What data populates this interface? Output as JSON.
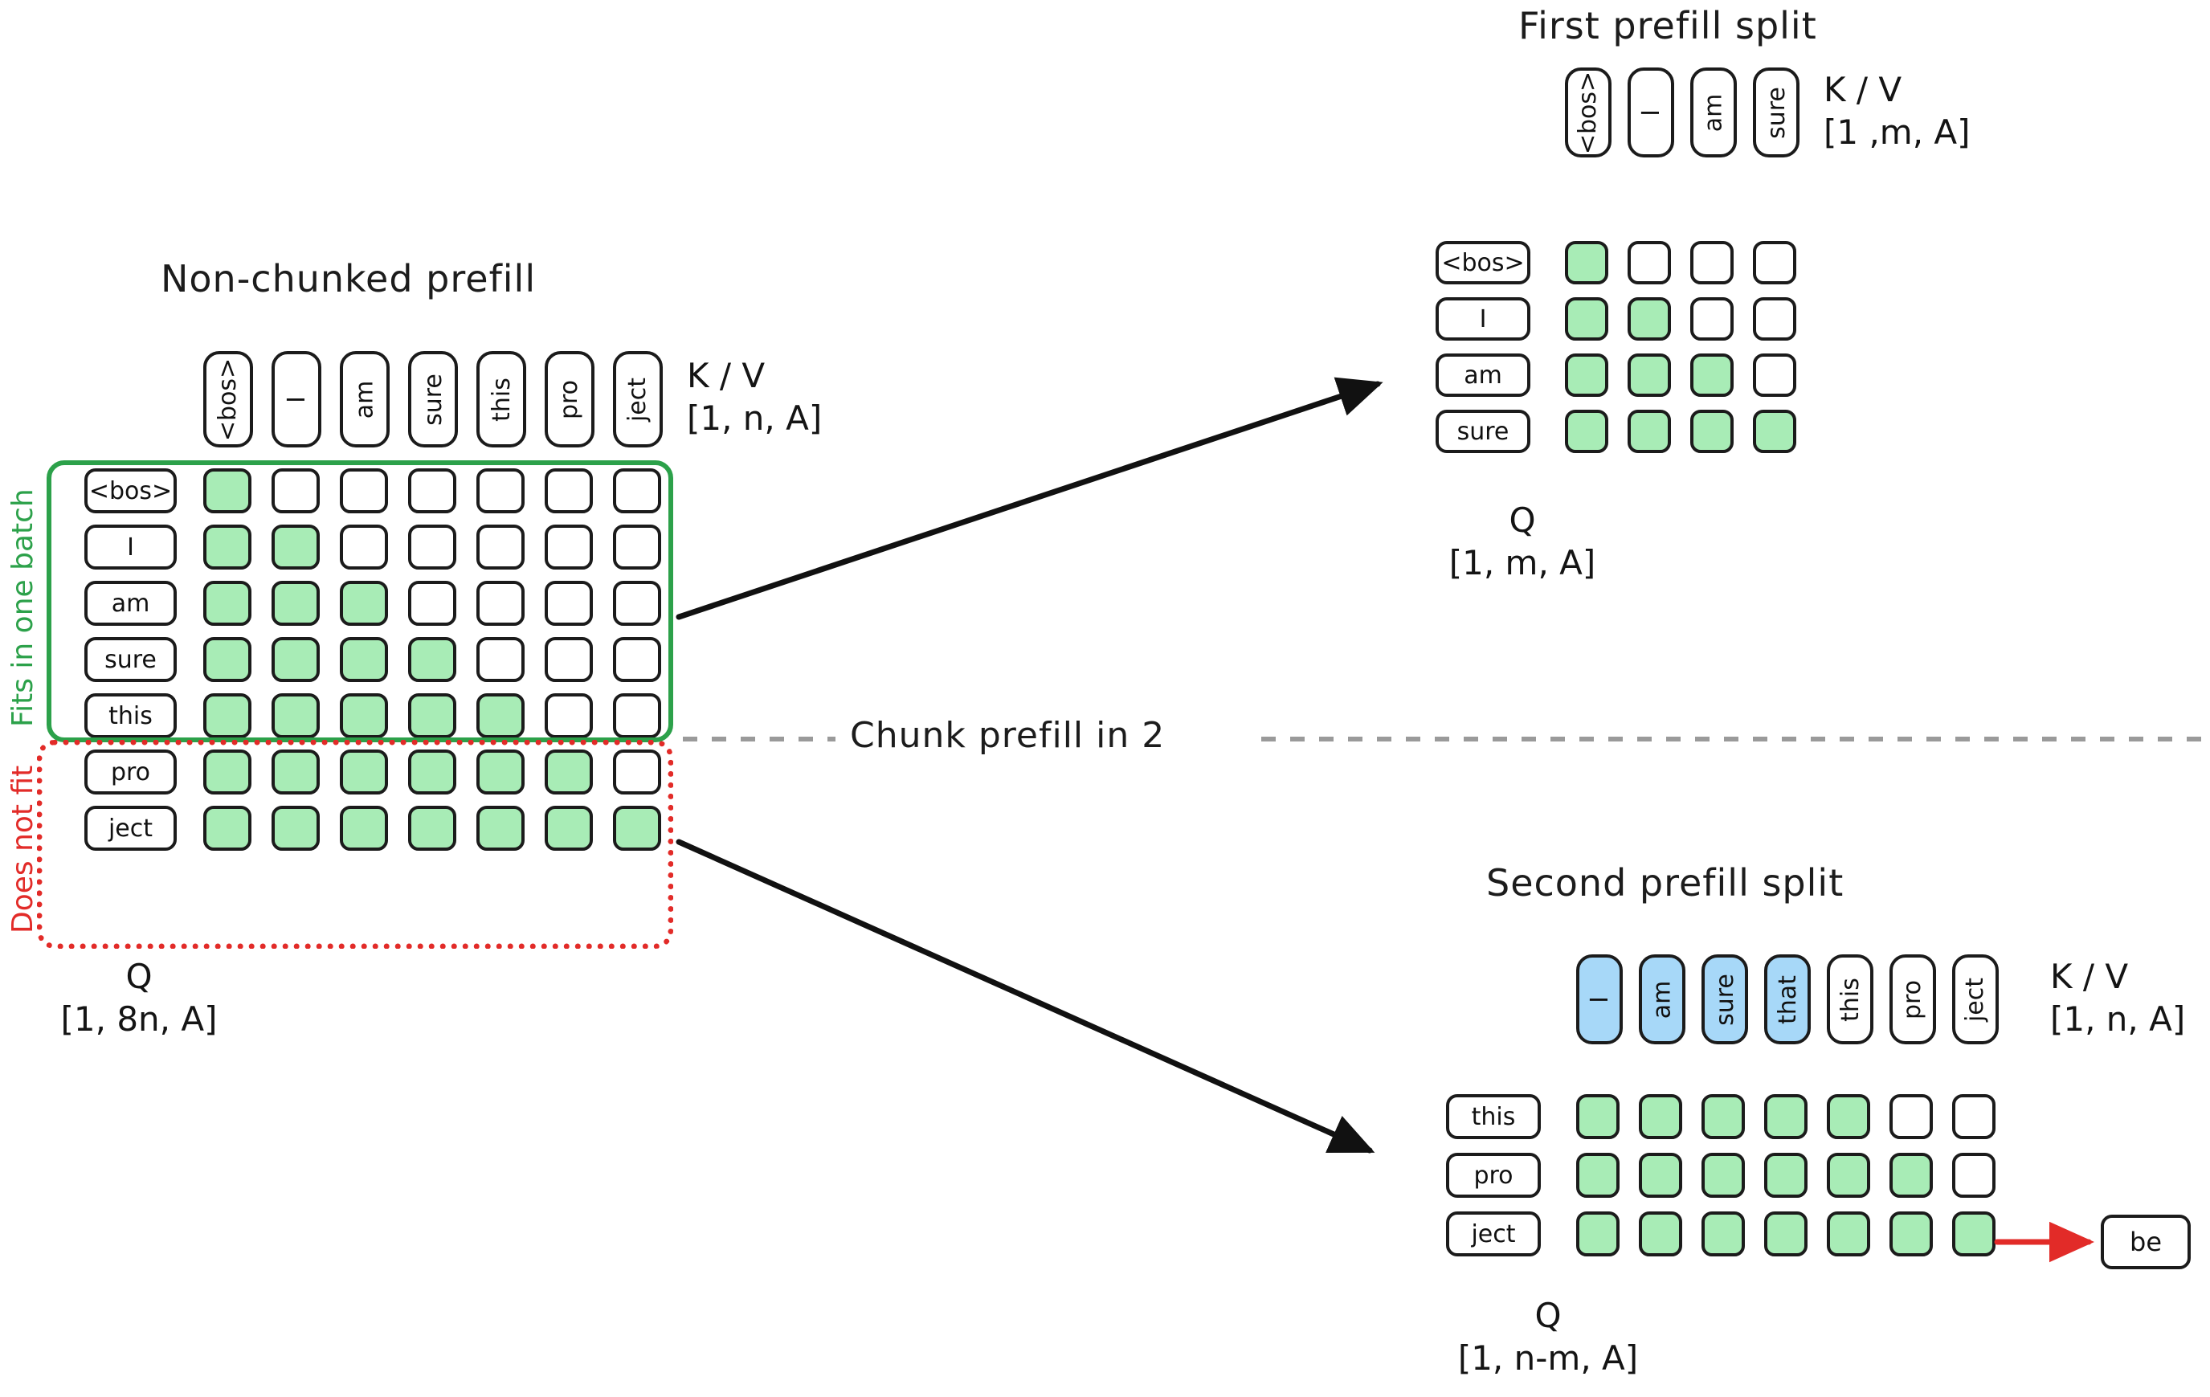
{
  "meta": {
    "colors": {
      "green_fill": "#a8ecb6",
      "blue_fill": "#a7d8f8",
      "green_accent": "#2ca14a",
      "red_accent": "#e22b28",
      "ink": "#1b1b1b",
      "dashed_grey": "#9a9a9a"
    }
  },
  "main_panel": {
    "title": "Non-chunked prefill",
    "kv_label_line1": "K / V",
    "kv_label_line2": "[1, n, A]",
    "q_label_line1": "Q",
    "q_label_line2": "[1, 8n, A]",
    "columns": [
      "<bos>",
      "I",
      "am",
      "sure",
      "this",
      "pro",
      "ject"
    ],
    "rows": [
      "<bos>",
      "I",
      "am",
      "sure",
      "this",
      "pro",
      "ject"
    ],
    "group_labels": {
      "fits": "Fits in one batch",
      "does_not_fit": "Does not fit"
    },
    "mask": [
      [
        1,
        0,
        0,
        0,
        0,
        0,
        0
      ],
      [
        1,
        1,
        0,
        0,
        0,
        0,
        0
      ],
      [
        1,
        1,
        1,
        0,
        0,
        0,
        0
      ],
      [
        1,
        1,
        1,
        1,
        0,
        0,
        0
      ],
      [
        1,
        1,
        1,
        1,
        1,
        0,
        0
      ],
      [
        1,
        1,
        1,
        1,
        1,
        1,
        0
      ],
      [
        1,
        1,
        1,
        1,
        1,
        1,
        1
      ]
    ]
  },
  "divider": {
    "label": "Chunk prefill in 2"
  },
  "first_split": {
    "title": "First prefill split",
    "kv_label_line1": "K / V",
    "kv_label_line2": "[1 ,m, A]",
    "q_label_line1": "Q",
    "q_label_line2": "[1, m, A]",
    "columns": [
      "<bos>",
      "I",
      "am",
      "sure"
    ],
    "rows": [
      "<bos>",
      "I",
      "am",
      "sure"
    ],
    "mask": [
      [
        1,
        0,
        0,
        0
      ],
      [
        1,
        1,
        0,
        0
      ],
      [
        1,
        1,
        1,
        0
      ],
      [
        1,
        1,
        1,
        1
      ]
    ]
  },
  "second_split": {
    "title": "Second prefill split",
    "kv_label_line1": "K / V",
    "kv_label_line2": "[1, n, A]",
    "q_label_line1": "Q",
    "q_label_line2": "[1, n-m, A]",
    "columns": [
      "I",
      "am",
      "sure",
      "that",
      "this",
      "pro",
      "ject"
    ],
    "column_cached": [
      true,
      true,
      true,
      true,
      false,
      false,
      false
    ],
    "rows": [
      "this",
      "pro",
      "ject"
    ],
    "mask": [
      [
        1,
        1,
        1,
        1,
        1,
        0,
        0
      ],
      [
        1,
        1,
        1,
        1,
        1,
        1,
        0
      ],
      [
        1,
        1,
        1,
        1,
        1,
        1,
        1
      ]
    ],
    "output_token": "be"
  }
}
